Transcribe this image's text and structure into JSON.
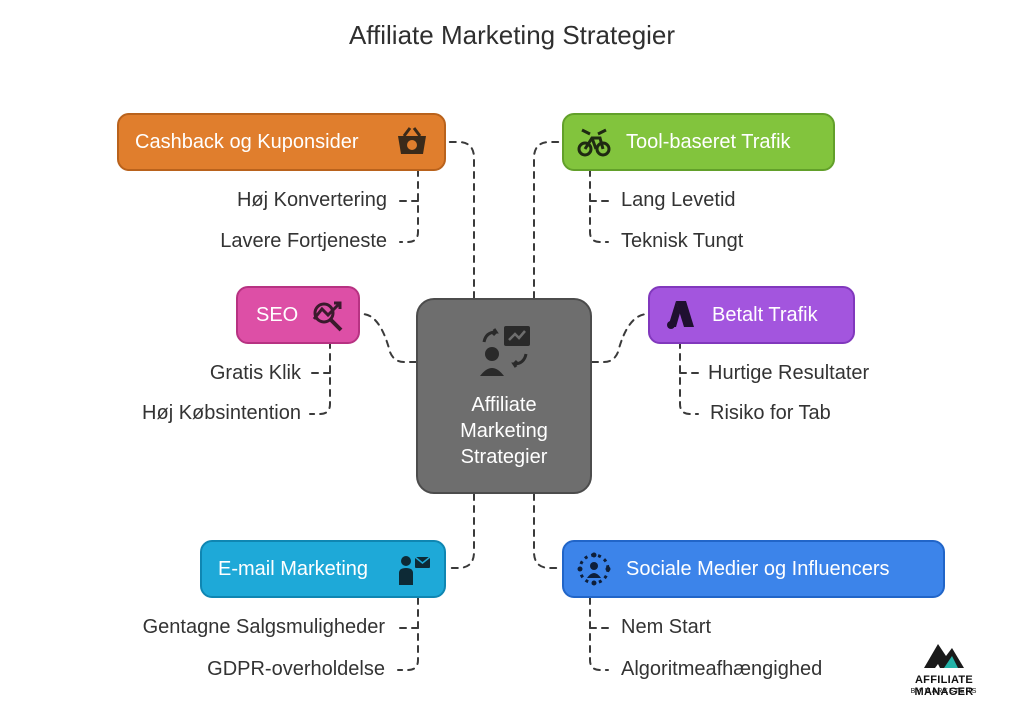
{
  "title": "Affiliate Marketing Strategier",
  "center": {
    "lines": [
      "Affiliate",
      "Marketing",
      "Strategier"
    ],
    "icon": "strategy-presentation-icon"
  },
  "nodes": {
    "cashback": {
      "label": "Cashback og Kuponsider",
      "color": "#e07e2d",
      "icon": "shopping-basket-icon",
      "points": [
        "Høj Konvertering",
        "Lavere Fortjeneste"
      ]
    },
    "tool": {
      "label": "Tool-baseret Trafik",
      "color": "#82c43d",
      "icon": "tools-bicycle-icon",
      "points": [
        "Lang Levetid",
        "Teknisk Tungt"
      ]
    },
    "seo": {
      "label": "SEO",
      "color": "#dd4fa6",
      "icon": "search-growth-icon",
      "points": [
        "Gratis Klik",
        "Høj Købsintention"
      ]
    },
    "paid": {
      "label": "Betalt Trafik",
      "color": "#a355de",
      "icon": "ads-logo-icon",
      "points": [
        "Hurtige Resultater",
        "Risiko for Tab"
      ]
    },
    "email": {
      "label": "E-mail Marketing",
      "color": "#1ea9d8",
      "icon": "person-mail-icon",
      "points": [
        "Gentagne Salgsmuligheder",
        "GDPR-overholdelse"
      ]
    },
    "social": {
      "label": "Sociale Medier og Influencers",
      "color": "#3c84ea",
      "icon": "network-people-icon",
      "points": [
        "Nem Start",
        "Algoritmeafhængighed"
      ]
    }
  },
  "logo": {
    "name": "AFFILIATE MANAGER",
    "tagline": "BY MARKETERS",
    "icon": "mountain-logo-icon"
  }
}
